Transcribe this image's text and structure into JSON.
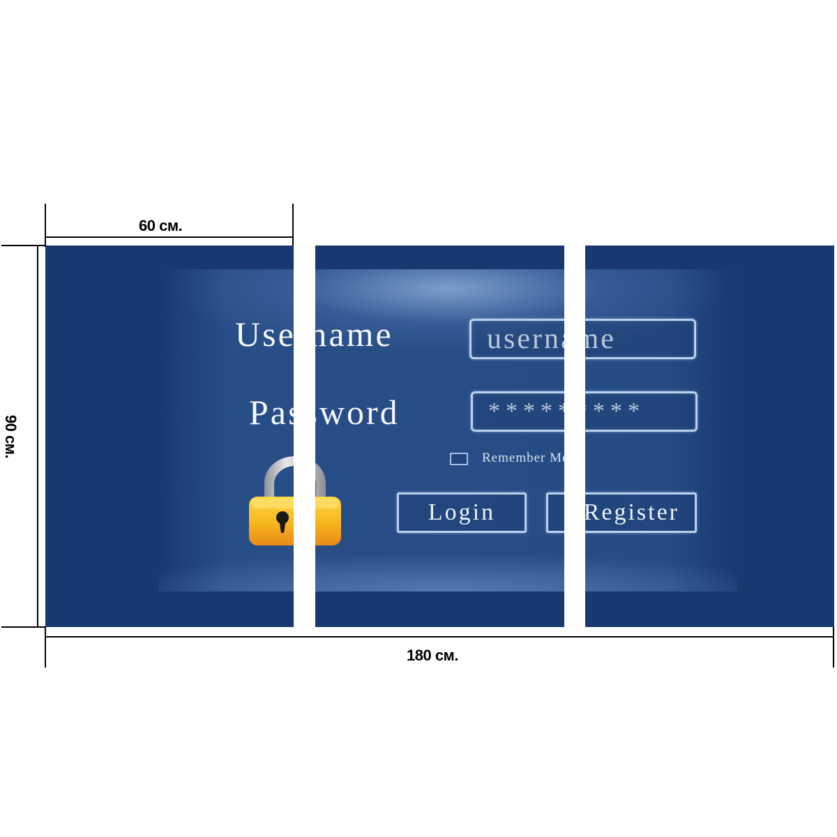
{
  "dimensions": {
    "width_panel": "60 см.",
    "height": "90 см.",
    "total_width": "180 см."
  },
  "login": {
    "username_label": "Username",
    "username_placeholder": "username",
    "password_label": "Password",
    "password_value": "*********",
    "remember_label": "Remember Me",
    "login_button": "Login",
    "register_button": "Register"
  },
  "icons": {
    "lock": "padlock-icon"
  },
  "colors": {
    "background": "#17396f",
    "accent_border": "#bcd0ef",
    "lock_body": "#f5b21b",
    "lock_shackle": "#b5b8bd"
  }
}
